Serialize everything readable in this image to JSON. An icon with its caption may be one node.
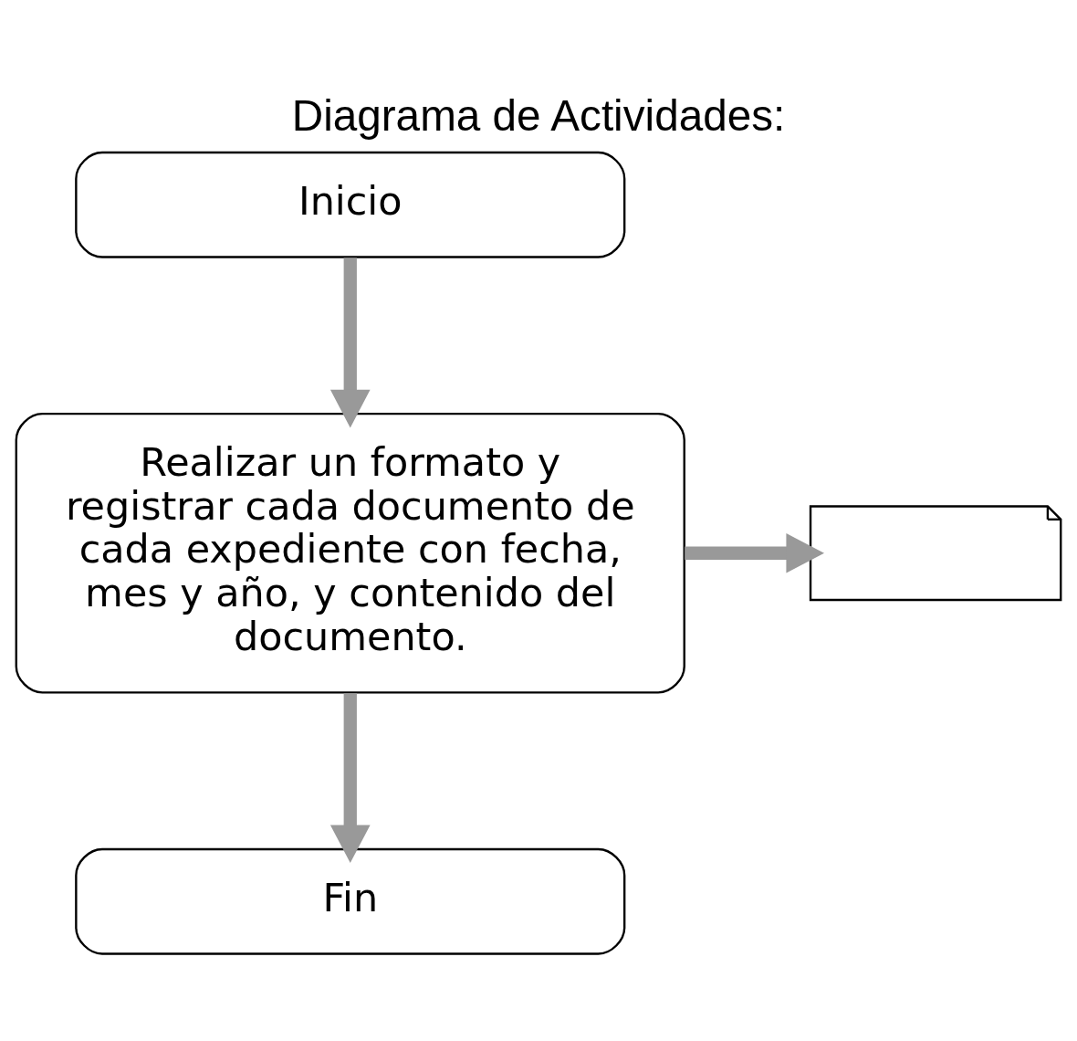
{
  "diagram": {
    "title": "Diagrama de Actividades:",
    "nodes": [
      {
        "text": [
          "Inicio"
        ]
      },
      {
        "text": [
          "Realizar un formato y registrar cada documento de cada expediente con fecha, mes y año, y contenido del documento."
        ]
      },
      {
        "text": [],
        "shape": "document"
      },
      {
        "text": [
          "Fin"
        ]
      }
    ],
    "edges": [
      {
        "from": 0,
        "to": 1,
        "arrow": "to"
      },
      {
        "from": 1,
        "to": 2,
        "arrow": "to"
      },
      {
        "from": 1,
        "to": 3,
        "arrow": "to"
      }
    ]
  }
}
